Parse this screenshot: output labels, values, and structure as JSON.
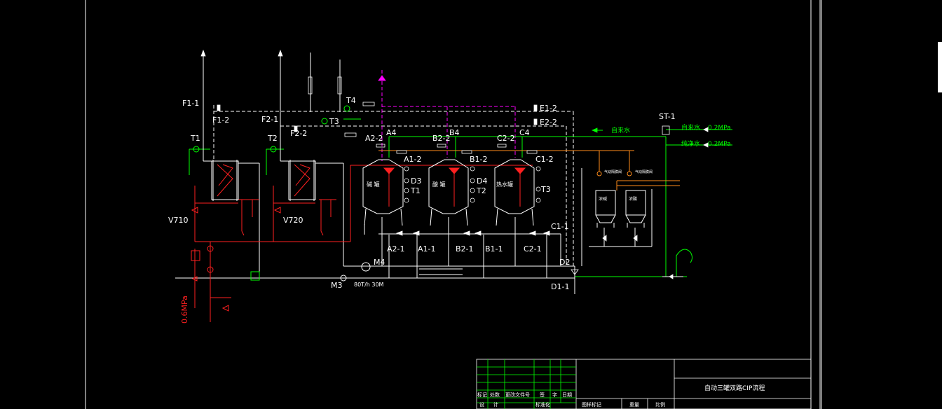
{
  "drawing": {
    "title": "自动三罐双路CIP流程",
    "tank1_name": "碱 罐",
    "tank2_name": "酸 罐",
    "tank3_name": "热水罐",
    "small_tank1": "浓碱",
    "small_tank2": "浓酸",
    "tap_water": "自来水",
    "tap_water_pressure": "0.2MPa",
    "pure_water": "纯净水",
    "pure_water_pressure": "0.2MPa",
    "supply_water": "自来水",
    "pump_rating": "80T/h 30M",
    "steam_pressure": "0.6MPa",
    "air_valve1": "气动隔膜阀",
    "air_valve2": "气动隔膜阀",
    "labels": {
      "F1_1": "F1-1",
      "F1_2": "F1-2",
      "F2_1": "F2-1",
      "F2_2": "F2-2",
      "T1": "T1",
      "T2": "T2",
      "T3": "T3",
      "T4": "T4",
      "V710": "V710",
      "V720": "V720",
      "M3": "M3",
      "M4": "M4",
      "A2_2": "A2-2",
      "A4": "A4",
      "B2_2": "B2-2",
      "B4": "B4",
      "C2_2": "C2-2",
      "C4": "C4",
      "E1_2": "E1-2",
      "E2_2": "E2-2",
      "A1_2": "A1-2",
      "B1_2": "B1-2",
      "C1_2": "C1-2",
      "D3": "D3",
      "D4": "D4",
      "T1b": "T1",
      "T2b": "T2",
      "T3b": "T3",
      "C1_1": "C1-1",
      "A2_1": "A2-1",
      "A1_1": "A1-1",
      "B2_1": "B2-1",
      "B1_1": "B1-1",
      "C2_1": "C2-1",
      "D2": "D2",
      "D1_1": "D1-1",
      "ST_1": "ST-1"
    }
  },
  "title_block": {
    "row_a": [
      "标记",
      "处数",
      "更改文件号",
      "签",
      "字",
      "日期"
    ],
    "row_b": [
      "设",
      "计",
      "标准化"
    ],
    "stage_mark": "图样标记",
    "weight": "重量",
    "scale": "比例"
  },
  "colors": {
    "background": "#000000",
    "frame": "#ffffff",
    "process_line": "#ffffff",
    "steam_line": "#ff2020",
    "cleaning_line": "#00ff00",
    "return_line": "#ff00ff",
    "dashed_line": "#ffffff",
    "heat_line": "#ff8c1a"
  }
}
